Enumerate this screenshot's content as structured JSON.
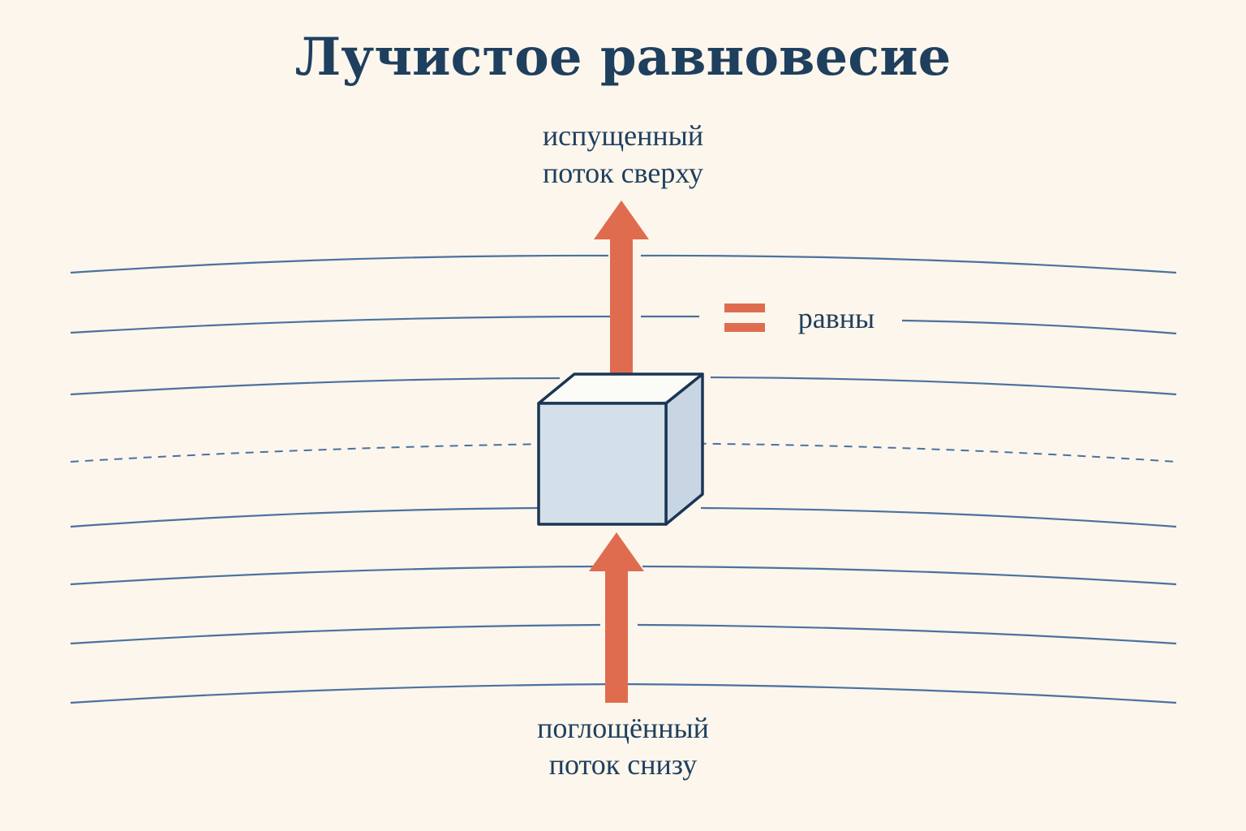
{
  "title": "Лучистое равновесие",
  "labels": {
    "emitted_line1": "испущенный",
    "emitted_line2": "поток сверху",
    "equal": "равны",
    "absorbed_line1": "поглощённый",
    "absorbed_line2": "поток снизу"
  },
  "colors": {
    "background": "#fcf6ec",
    "text": "#1f3f5e",
    "arrow": "#e06c4f",
    "layer_lines": "#4a72a0",
    "cube_outline": "#1b3556"
  }
}
